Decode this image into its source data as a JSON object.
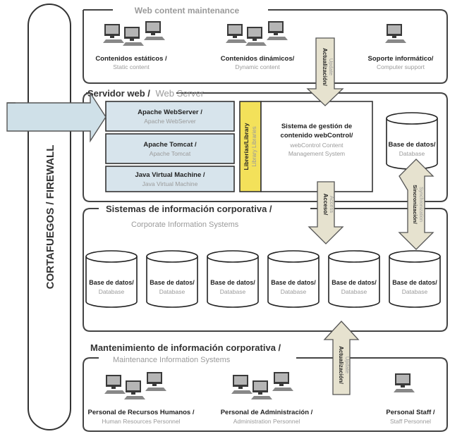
{
  "firewall": {
    "label": "CORTAFUEGOS / FIREWALL"
  },
  "web_content_maintenance": {
    "title": "Web content maintenance",
    "groups": [
      {
        "label": "Contenidos estáticos /",
        "sublabel": "Static content"
      },
      {
        "label": "Contenidos dinámicos/",
        "sublabel": "Dynamic content"
      },
      {
        "label": "Soporte informático/",
        "sublabel": "Computer support"
      }
    ]
  },
  "arrows": {
    "update_top": {
      "label": "Actualización/",
      "sublabel": "Update"
    },
    "access": {
      "label": "Acceso/",
      "sublabel": "Access"
    },
    "sync": {
      "label": "Sincronización/",
      "sublabel": "Synchronization"
    },
    "update_bottom": {
      "label": "Actualización/",
      "sublabel": "Update"
    }
  },
  "web_server": {
    "title": "Servidor web /",
    "title_en": "Web Server",
    "stack": [
      {
        "label": "Apache WebServer /",
        "sublabel": "Apache WebServer"
      },
      {
        "label": "Apache Tomcat /",
        "sublabel": "Apache Tomcat"
      },
      {
        "label": "Java Virtual Machine /",
        "sublabel": "Java Virtual Machine"
      }
    ],
    "libraries": {
      "label": "Librerías/Library",
      "sublabel": "Library Libraries"
    },
    "cms": {
      "line1": "Sistema de gestión de",
      "line2": "contenido webControl/",
      "line3": "webControl Content",
      "line4": "Management System"
    },
    "database": {
      "label": "Base de datos/",
      "sublabel": "Database"
    }
  },
  "corporate_is": {
    "title": "Sistemas de información corporativa /",
    "subtitle": "Corporate Information Systems",
    "databases": [
      {
        "label": "Base de datos/",
        "sublabel": "Database"
      },
      {
        "label": "Base de datos/",
        "sublabel": "Database"
      },
      {
        "label": "Base de datos/",
        "sublabel": "Database"
      },
      {
        "label": "Base de datos/",
        "sublabel": "Database"
      },
      {
        "label": "Base de datos/",
        "sublabel": "Database"
      },
      {
        "label": "Base de datos/",
        "sublabel": "Database"
      }
    ]
  },
  "maintenance": {
    "title": "Mantenimiento de información corporativa /",
    "subtitle": "Maintenance Information Systems",
    "groups": [
      {
        "label": "Personal de Recursos Humanos /",
        "sublabel": "Human Resources Personnel"
      },
      {
        "label": "Personal de Administración /",
        "sublabel": "Administration Personnel"
      },
      {
        "label": "Personal Staff /",
        "sublabel": "Staff Personnel"
      }
    ]
  },
  "colors": {
    "stack_fill": "#d7e4ec",
    "library_fill": "#f3e15a",
    "arrow_fill": "#e6e2cf",
    "arrow_in_fill": "#cfe0e8",
    "panel_stroke": "#444444"
  }
}
